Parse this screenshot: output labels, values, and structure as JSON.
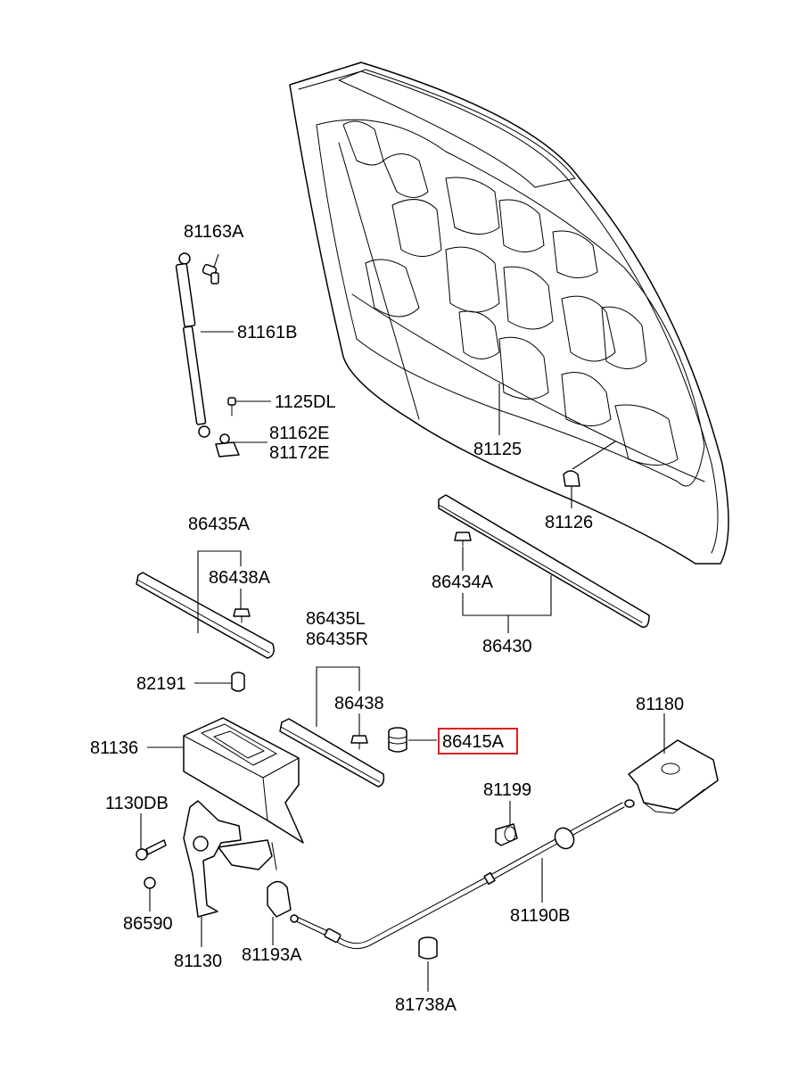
{
  "labels": {
    "l_81163A": "81163A",
    "l_81161B": "81161B",
    "l_1125DL": "1125DL",
    "l_81162E": "81162E",
    "l_81172E": "81172E",
    "l_81125": "81125",
    "l_81126": "81126",
    "l_86435A": "86435A",
    "l_86438A": "86438A",
    "l_86434A": "86434A",
    "l_86430": "86430",
    "l_86435L": "86435L",
    "l_86435R": "86435R",
    "l_82191": "82191",
    "l_86438": "86438",
    "l_86415A": "86415A",
    "l_81180": "81180",
    "l_81136": "81136",
    "l_81199": "81199",
    "l_1130DB": "1130DB",
    "l_86590": "86590",
    "l_81190B": "81190B",
    "l_81130": "81130",
    "l_81193A": "81193A",
    "l_81738A": "81738A"
  },
  "highlight": {
    "part": "86415A",
    "color": "#e01e1e"
  }
}
